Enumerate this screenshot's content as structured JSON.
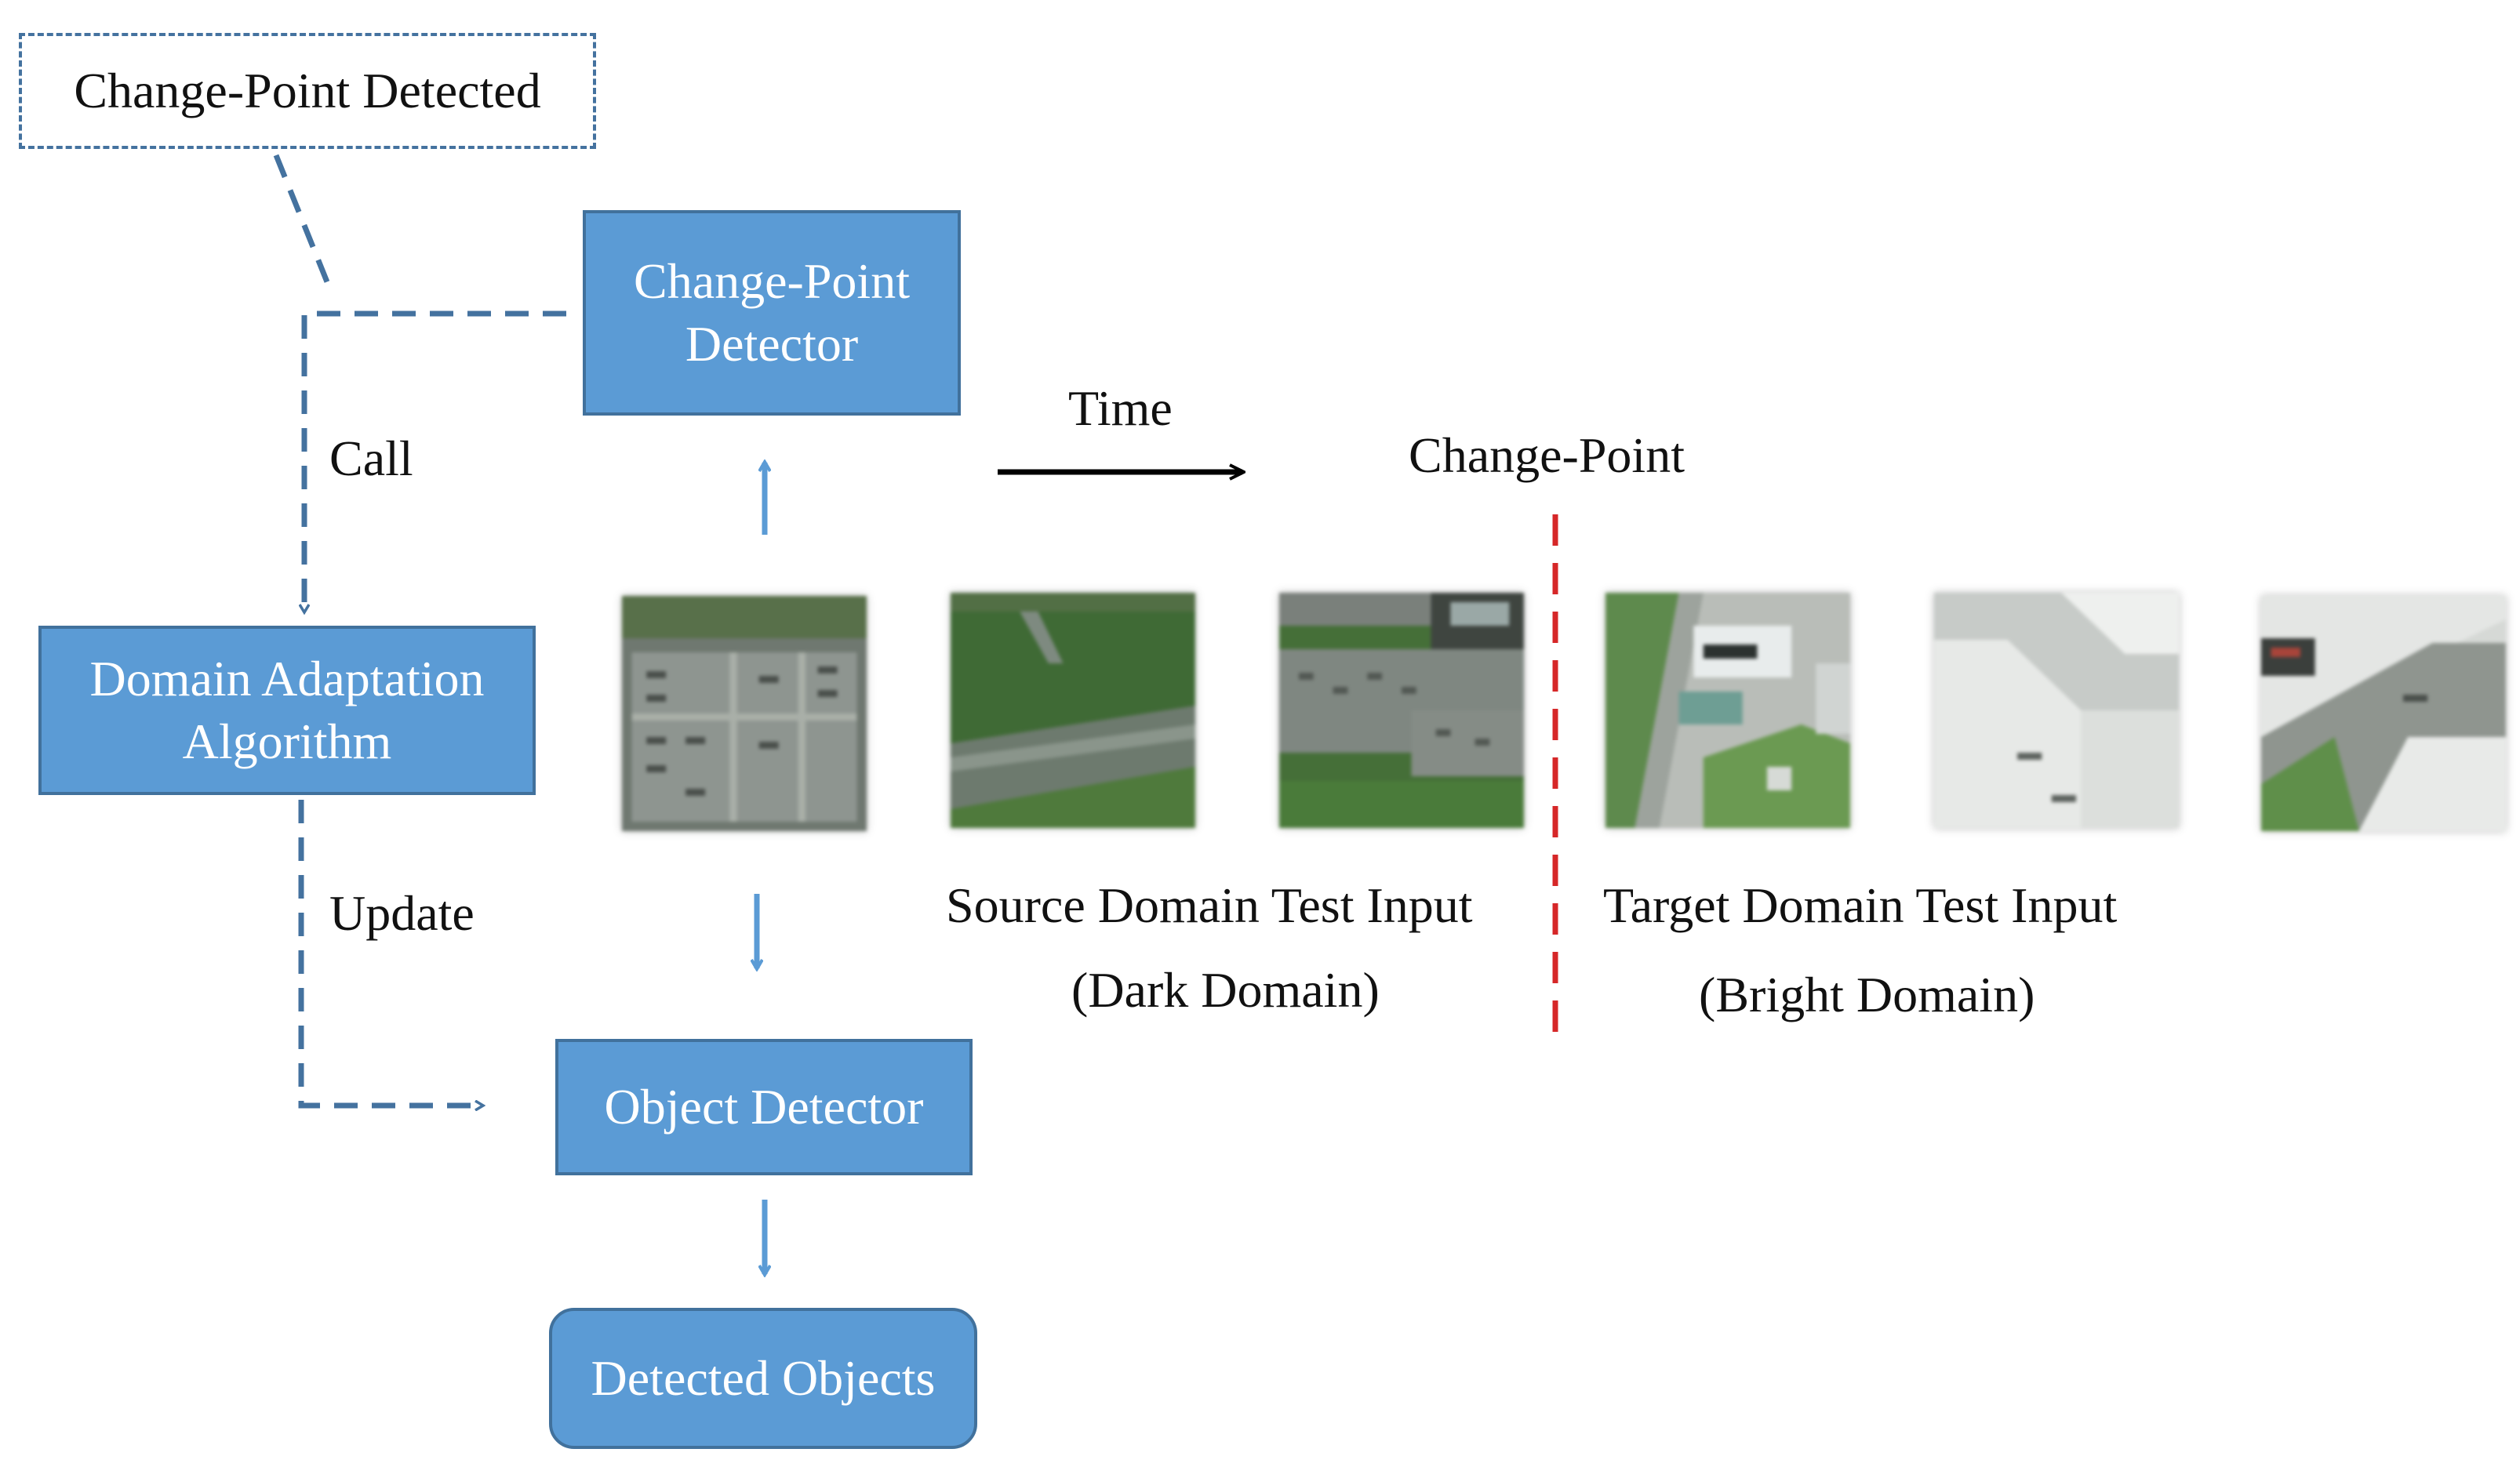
{
  "annotation": {
    "text": "Change-Point Detected"
  },
  "boxes": {
    "change_point_detector": [
      "Change-Point",
      "Detector"
    ],
    "domain_adaptation": [
      "Domain Adaptation",
      "Algorithm"
    ],
    "object_detector": "Object Detector",
    "detected_objects": "Detected Objects"
  },
  "edge_labels": {
    "call": "Call",
    "update": "Update"
  },
  "timeline": {
    "time_label": "Time",
    "change_point_label": "Change-Point"
  },
  "groups": {
    "source": {
      "line1": "Source Domain Test Input",
      "line2": "(Dark Domain)"
    },
    "target": {
      "line1": "Target Domain Test Input",
      "line2": "(Bright Domain)"
    }
  },
  "images": [
    {
      "name": "dark-airport-image-1",
      "domain": "source"
    },
    {
      "name": "dark-airport-image-2",
      "domain": "source"
    },
    {
      "name": "dark-airport-image-3",
      "domain": "source"
    },
    {
      "name": "bright-airport-image-1",
      "domain": "target"
    },
    {
      "name": "bright-airport-image-2",
      "domain": "target"
    },
    {
      "name": "bright-airport-image-3",
      "domain": "target"
    }
  ],
  "colors": {
    "box_fill": "#5b9bd5",
    "box_border": "#41719c",
    "dashed_line": "#44729f",
    "arrow": "#5b9bd5",
    "change_point_line": "#d62728"
  }
}
